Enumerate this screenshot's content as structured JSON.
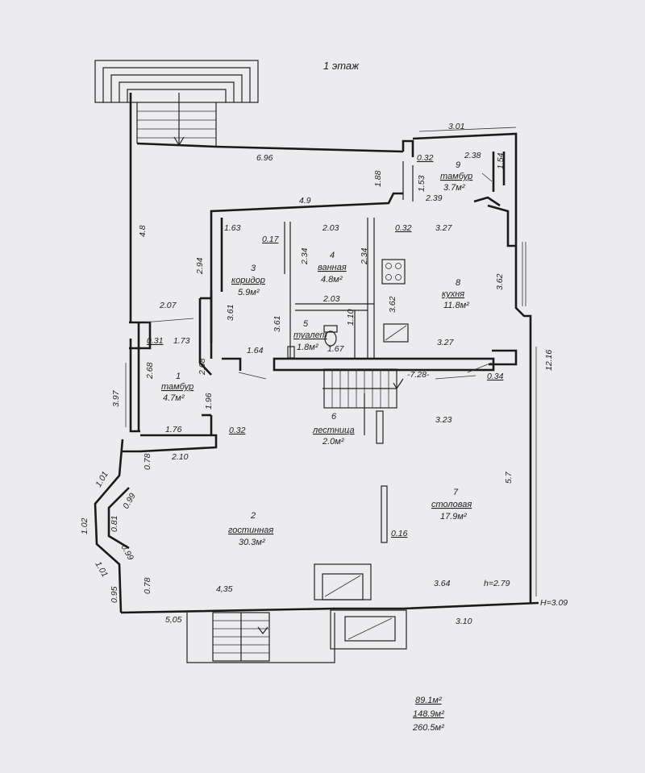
{
  "title": "1 этаж",
  "rooms": {
    "r1": {
      "num": "1",
      "name": "тамбур",
      "area": "4.7м²"
    },
    "r2": {
      "num": "2",
      "name": "гостинная",
      "area": "30.3м²"
    },
    "r3": {
      "num": "3",
      "name": "коридор",
      "area": "5.9м²"
    },
    "r4": {
      "num": "4",
      "name": "ванная",
      "area": "4.8м²"
    },
    "r5": {
      "num": "5",
      "name": "туалет",
      "area": "1.8м²"
    },
    "r6": {
      "num": "6",
      "name": "лестница",
      "area": "2.0м²"
    },
    "r7": {
      "num": "7",
      "name": "столовая",
      "area": "17.9м²"
    },
    "r8": {
      "num": "8",
      "name": "кухня",
      "area": "11.8м²"
    },
    "r9": {
      "num": "9",
      "name": "тамбур",
      "area": "3.7м²"
    }
  },
  "dims": {
    "d301": "3.01",
    "d696": "6.96",
    "d032a": "0.32",
    "d238": "2.38",
    "d154": "1.54",
    "d188": "1.88",
    "d153": "1.53",
    "d239": "2.39",
    "d49": "4.9",
    "d032b": "0.32",
    "d327a": "3.27",
    "d48": "4.8",
    "d163": "1.63",
    "d017": "0.17",
    "d203a": "2.03",
    "d294": "2.94",
    "d234a": "2.34",
    "d234b": "2.34",
    "d362a": "3.62",
    "d203b": "2.03",
    "d361a": "3.61",
    "d361b": "3.61",
    "d362b": "3.62",
    "d110": "1.10",
    "d207": "2.07",
    "d031": "0.31",
    "d173": "1.73",
    "d164": "1.64",
    "d167": "1.67",
    "d327b": "3.27",
    "d1216": "12.16",
    "d728": "-7.28-",
    "d034": "0.34",
    "d268a": "2.68",
    "d268b": "2.68",
    "d397": "3.97",
    "d196": "1.96",
    "d323": "3.23",
    "d176": "1.76",
    "d032c": "0.32",
    "d210": "2.10",
    "d078a": "0.78",
    "d101a": "1.01",
    "d099a": "0.99",
    "d57": "5.7",
    "d102": "1.02",
    "d081": "0.81",
    "d016": "0.16",
    "d099b": "0.99",
    "d101b": "1.01",
    "d078b": "0.78",
    "d095": "0.95",
    "d435": "4,35",
    "d364": "3.64",
    "dh279": "h=2.79",
    "dH309": "H=3.09",
    "d505": "5,05",
    "d310": "3.10"
  },
  "summary": {
    "a": "89.1м²",
    "b": "148.9м²",
    "c": "260.5м²"
  }
}
